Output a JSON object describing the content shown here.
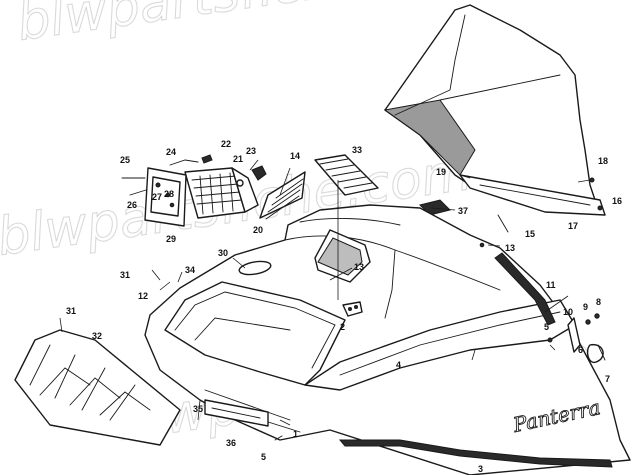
{
  "watermark": "blwpartsfiche.com",
  "brand_script": "Panterra",
  "callouts": [
    {
      "id": "c1",
      "text": "1"
    },
    {
      "id": "c2",
      "text": "2"
    },
    {
      "id": "c3",
      "text": "3"
    },
    {
      "id": "c4",
      "text": "4"
    },
    {
      "id": "c5a",
      "text": "5"
    },
    {
      "id": "c5b",
      "text": "5"
    },
    {
      "id": "c6",
      "text": "6"
    },
    {
      "id": "c7",
      "text": "7"
    },
    {
      "id": "c8",
      "text": "8"
    },
    {
      "id": "c9",
      "text": "9"
    },
    {
      "id": "c10",
      "text": "10"
    },
    {
      "id": "c11",
      "text": "11"
    },
    {
      "id": "c12",
      "text": "12"
    },
    {
      "id": "c13a",
      "text": "13"
    },
    {
      "id": "c13b",
      "text": "13"
    },
    {
      "id": "c14",
      "text": "14"
    },
    {
      "id": "c15",
      "text": "15"
    },
    {
      "id": "c16",
      "text": "16"
    },
    {
      "id": "c17",
      "text": "17"
    },
    {
      "id": "c18",
      "text": "18"
    },
    {
      "id": "c19",
      "text": "19"
    },
    {
      "id": "c20",
      "text": "20"
    },
    {
      "id": "c21",
      "text": "21"
    },
    {
      "id": "c22",
      "text": "22"
    },
    {
      "id": "c23",
      "text": "23"
    },
    {
      "id": "c24",
      "text": "24"
    },
    {
      "id": "c25",
      "text": "25"
    },
    {
      "id": "c26",
      "text": "26"
    },
    {
      "id": "c27",
      "text": "27"
    },
    {
      "id": "c28",
      "text": "28"
    },
    {
      "id": "c29",
      "text": "29"
    },
    {
      "id": "c30",
      "text": "30"
    },
    {
      "id": "c31a",
      "text": "31"
    },
    {
      "id": "c31b",
      "text": "31"
    },
    {
      "id": "c32",
      "text": "32"
    },
    {
      "id": "c33",
      "text": "33"
    },
    {
      "id": "c34",
      "text": "34"
    },
    {
      "id": "c35",
      "text": "35"
    },
    {
      "id": "c36",
      "text": "36"
    },
    {
      "id": "c37",
      "text": "37"
    }
  ]
}
